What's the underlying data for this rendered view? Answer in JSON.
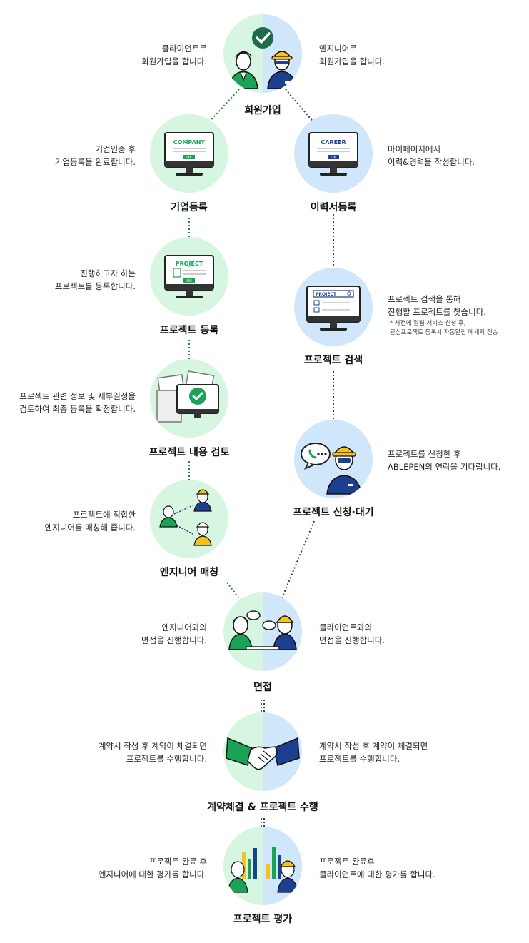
{
  "steps": {
    "signup": {
      "title": "회원가입",
      "client_desc": "클라이언트로\n회원가입을 합니다.",
      "engineer_desc": "엔지니어로\n회원가입을 합니다."
    },
    "company_register": {
      "title": "기업등록",
      "desc": "기업인증 후\n기업등록을 완료합니다.",
      "screen_label": "COMPANY",
      "button_label": "OK"
    },
    "resume_register": {
      "title": "이력서등록",
      "desc": "마이페이지에서\n이력&경력을 작성합니다.",
      "screen_label": "CAREER",
      "button_label": "OK"
    },
    "project_register": {
      "title": "프로젝트 등록",
      "desc": "진행하고자 하는\n프로젝트를 등록합니다.",
      "screen_label": "PROJECT",
      "button_label": "OK"
    },
    "project_search": {
      "title": "프로젝트 검색",
      "desc": "프로젝트 검색을 통해\n진행할 프로젝트를 찾습니다.",
      "note": "* 사전에 알림 서비스 신청 후,\n  관심프로젝트 등록시 자동알림 메세지 전송",
      "screen_label": "PROJECT"
    },
    "project_review": {
      "title": "프로젝트 내용 검토",
      "desc": "프로젝트 관련 정보 및 세부일정을\n검토하여 최종 등록을 확정합니다."
    },
    "project_apply": {
      "title": "프로젝트 신청·대기",
      "desc": "프로젝트를 신청한 후\nABLEPEN의 연락을 기다립니다."
    },
    "engineer_matching": {
      "title": "엔지니어 매칭",
      "desc": "프로젝트에 적합한\n엔지니어를 매칭해 줍니다."
    },
    "interview": {
      "title": "면접",
      "client_desc": "엔지니어와의\n면접을 진행합니다.",
      "engineer_desc": "클라이언트와의\n면접을 진행합니다."
    },
    "contract": {
      "title": "계약체결 & 프로젝트 수행",
      "client_desc": "계약서 작성 후 계약이 체결되면\n프로젝트를 수행합니다.",
      "engineer_desc": "계약서 작성 후 계약이 체결되면\n프로젝트를 수행합니다."
    },
    "evaluation": {
      "title": "프로젝트 평가",
      "client_desc": "프로젝트 완료 후\n엔지니어에 대한 평가를 합니다.",
      "engineer_desc": "프로젝트 완료후\n클라이언트에 대한 평가를 합니다."
    }
  },
  "colors": {
    "client_green": "#1aa356",
    "engineer_navy": "#1d3f8f",
    "hardhat_yellow": "#f5c21b",
    "circle_green": "#d6f6e2",
    "circle_blue": "#cfe6fb",
    "connector_green": "#1e8c4e",
    "connector_navy": "#21426f"
  },
  "icons": {
    "signup": "client-and-engineer-check-icon",
    "company_register": "monitor-company-icon",
    "resume_register": "monitor-career-icon",
    "project_register": "monitor-project-icon",
    "project_search": "monitor-search-icon",
    "project_review": "documents-check-icon",
    "project_apply": "engineer-chat-icon",
    "engineer_matching": "matching-people-icon",
    "interview": "interview-speech-icon",
    "contract": "handshake-icon",
    "evaluation": "evaluation-chart-icon"
  }
}
